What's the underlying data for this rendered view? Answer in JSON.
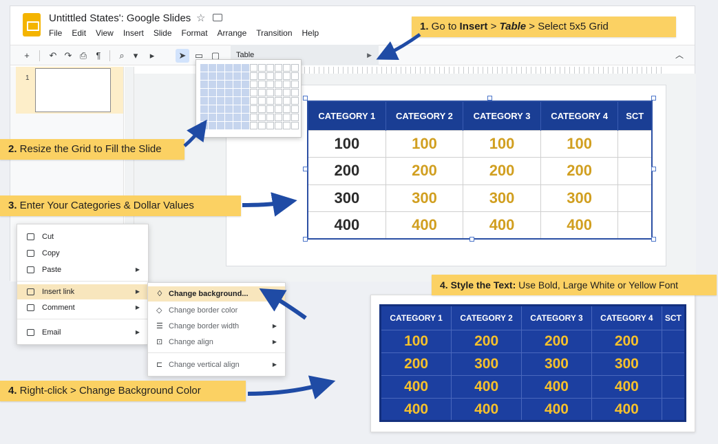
{
  "app": {
    "title": "Untittled States': Google Slides",
    "menu": [
      "File",
      "Edit",
      "View",
      "Insert",
      "Slide",
      "Format",
      "Arrange",
      "Transition",
      "Help"
    ],
    "slide_number": "1",
    "table_menu_label": "Table"
  },
  "callouts": {
    "c1": {
      "num": "1.",
      "pre": " Go to ",
      "b1": "Insert",
      "mid": " > ",
      "b2": "Table",
      "post": " > Select 5x5 Grid"
    },
    "c2": {
      "num": "2.",
      "text": " Resize the Grid to Fill the Slide"
    },
    "c3": {
      "num": "3.",
      "text": " Enter Your Categories & Dollar Values"
    },
    "c4": {
      "num": "4.",
      "b": " Style the Text:",
      "text": " Use Bold, Large White or Yellow Font"
    },
    "c5": {
      "num": "4.",
      "text": " Right-click > Change Background Color"
    }
  },
  "main_table": {
    "headers": [
      "CATEGORY 1",
      "CATEGORY 2",
      "CATEGORY 3",
      "CATEGORY 4",
      "SCT"
    ],
    "rows": [
      [
        "100",
        "100",
        "100",
        "100",
        ""
      ],
      [
        "200",
        "200",
        "200",
        "200",
        ""
      ],
      [
        "300",
        "300",
        "300",
        "300",
        ""
      ],
      [
        "400",
        "400",
        "400",
        "400",
        ""
      ]
    ]
  },
  "context_menu": {
    "items": [
      {
        "label": "Cut",
        "icon": "cut-icon"
      },
      {
        "label": "Copy",
        "icon": "copy-icon"
      },
      {
        "label": "Paste",
        "icon": "paste-icon"
      },
      {
        "label": "Insert link",
        "icon": "link-icon"
      },
      {
        "label": "Comment",
        "icon": "comment-icon"
      },
      {
        "label": "Email",
        "icon": "email-icon"
      }
    ]
  },
  "submenu": {
    "items": [
      {
        "label": "Change background...",
        "icon": "paint-bucket-icon"
      },
      {
        "label": "Change border color",
        "icon": "border-color-icon"
      },
      {
        "label": "Change border width",
        "icon": "border-width-icon"
      },
      {
        "label": "Change align",
        "icon": "align-icon"
      },
      {
        "label": "Change vertical align",
        "icon": "vertical-align-icon"
      }
    ]
  },
  "styled_table": {
    "headers": [
      "CATEGORY 1",
      "CATEGORY 2",
      "CATEGORY 3",
      "CATEGORY 4",
      "SCT"
    ],
    "rows": [
      [
        "100",
        "200",
        "200",
        "200",
        ""
      ],
      [
        "200",
        "300",
        "300",
        "300",
        ""
      ],
      [
        "400",
        "400",
        "400",
        "400",
        ""
      ],
      [
        "400",
        "400",
        "400",
        "400",
        ""
      ]
    ]
  },
  "colors": {
    "accent_blue": "#1a3e94",
    "gold": "#d19f20",
    "callout_yellow": "#fbd163",
    "arrow_blue": "#1f4ba5"
  }
}
